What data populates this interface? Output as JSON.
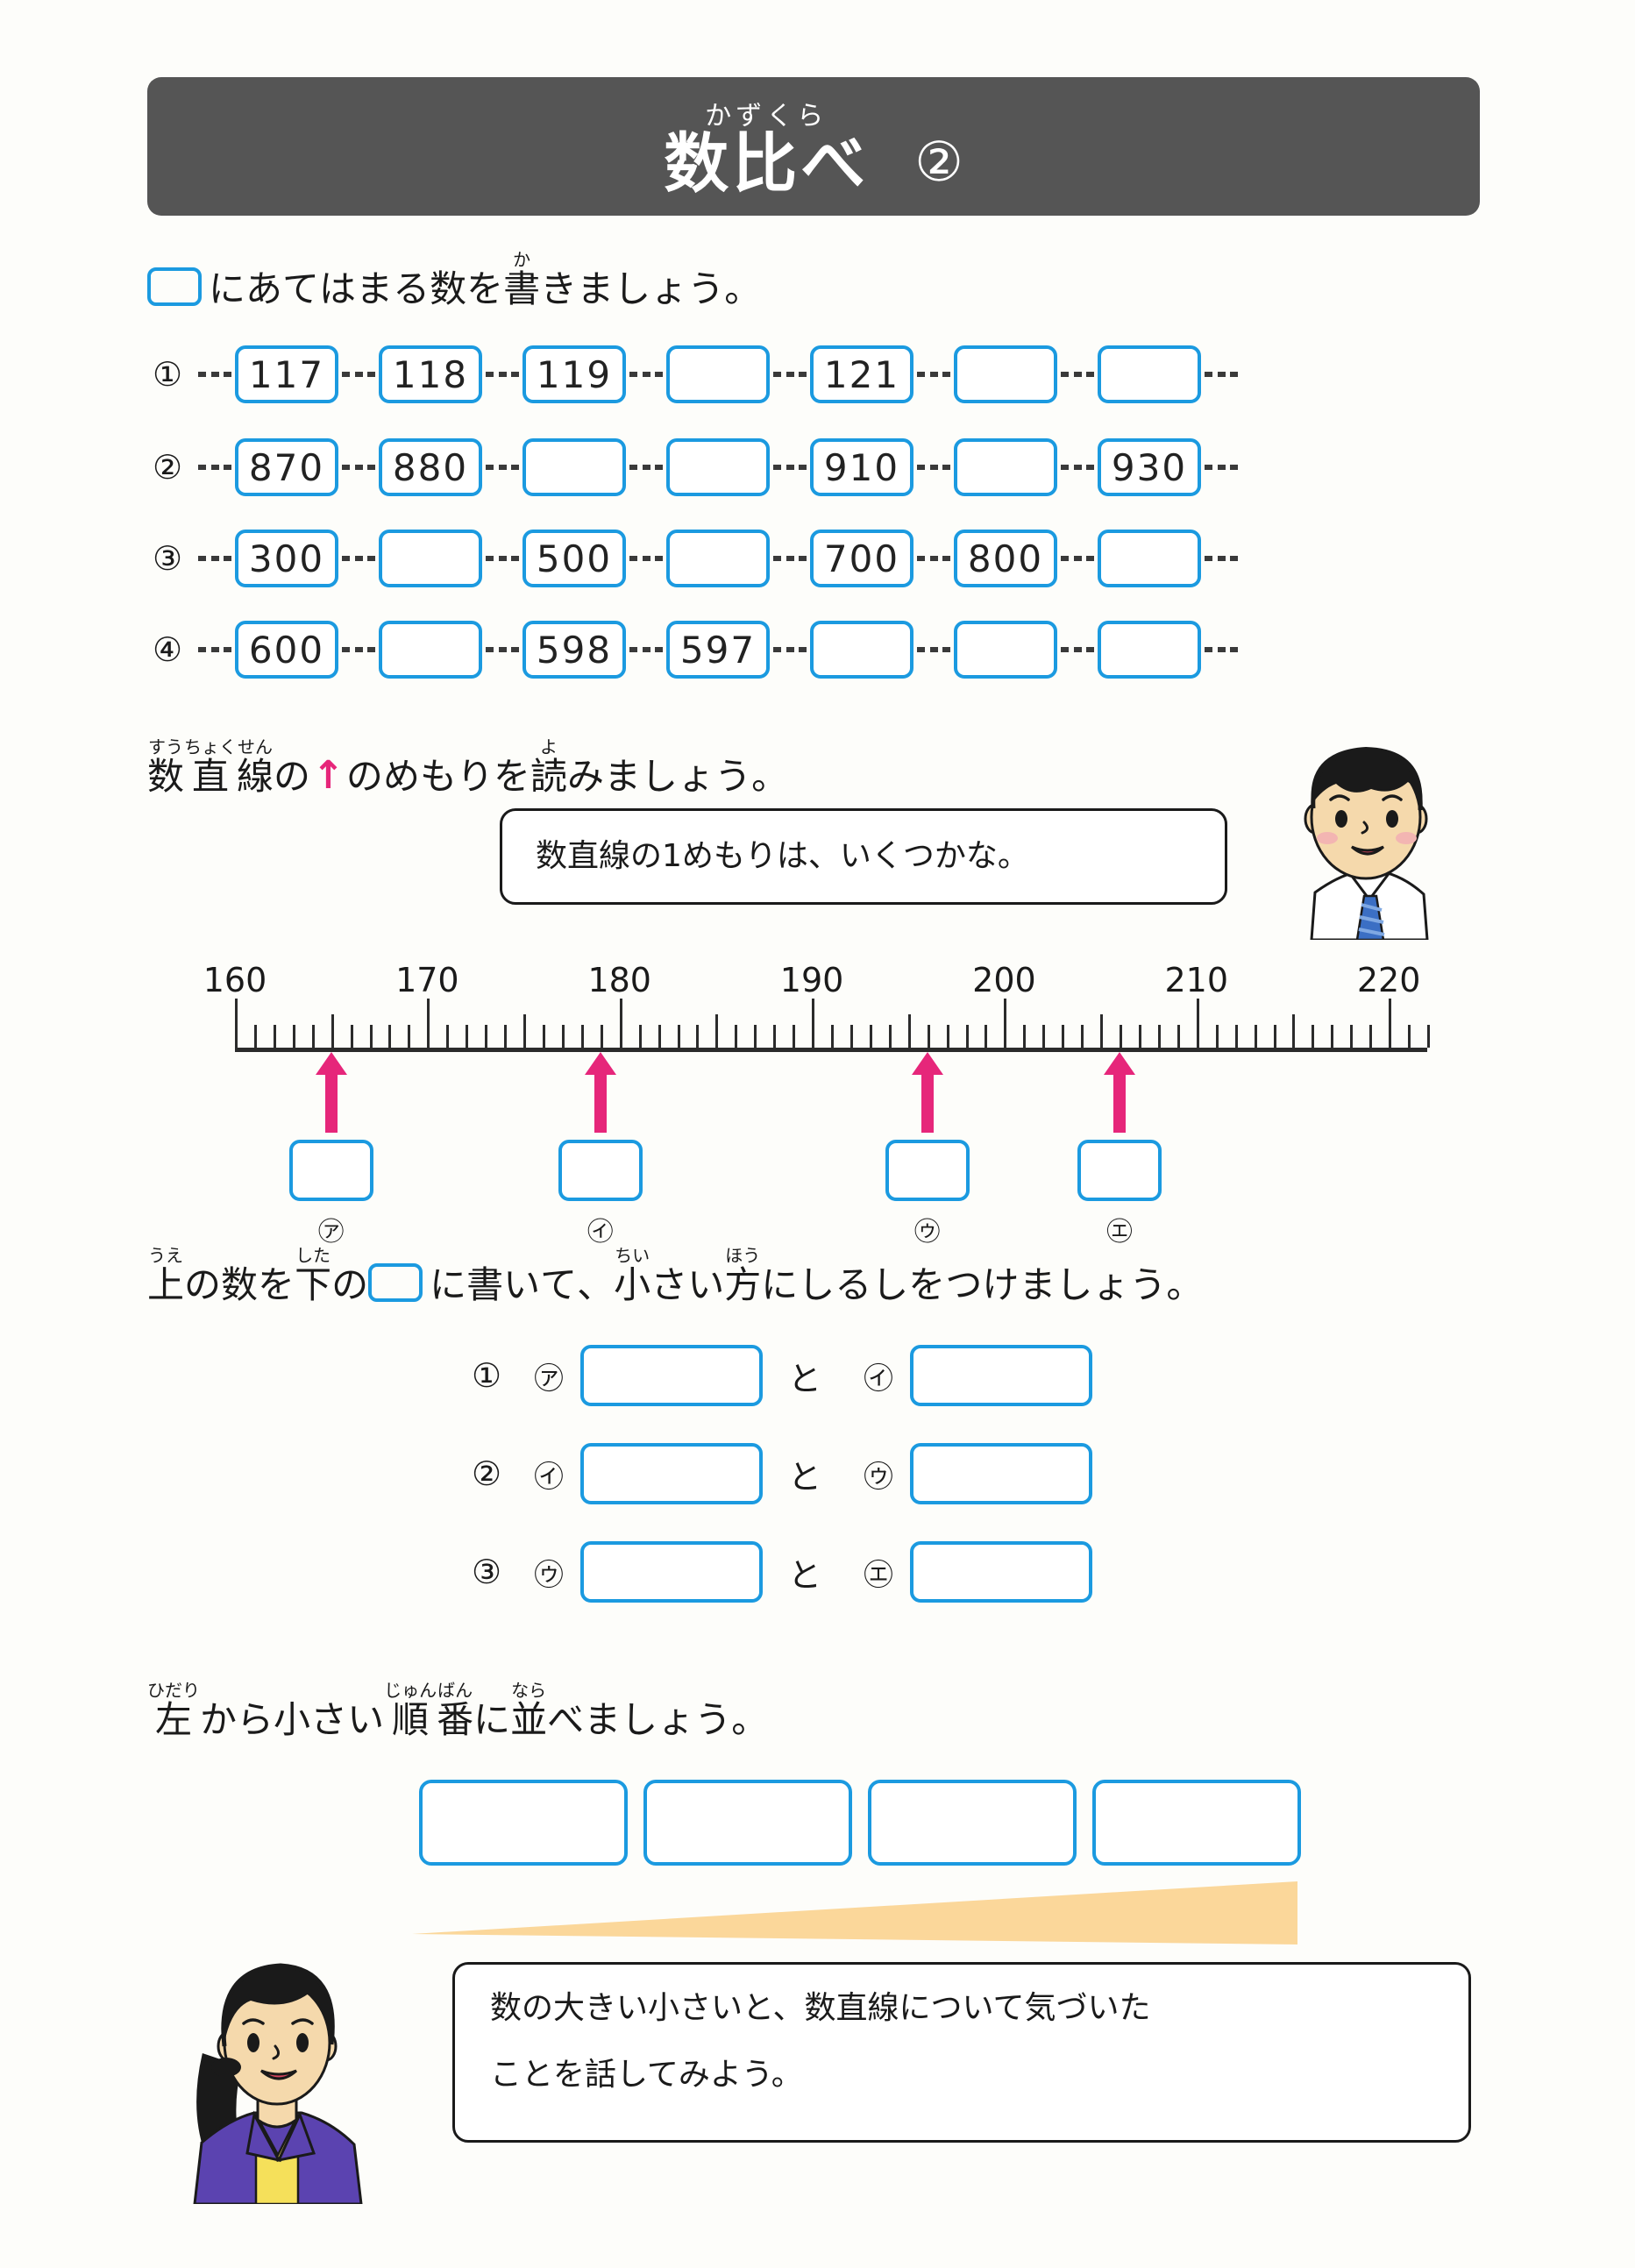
{
  "page": {
    "background_color": "#fdfdfa",
    "accent_blue": "#1b9ae0",
    "accent_pink": "#e6267a",
    "banner_gray": "#555555",
    "wedge_orange": "#fbd79a"
  },
  "header": {
    "ruby": "かずくら",
    "title": "数比べ",
    "number": "②"
  },
  "section1": {
    "instruction": {
      "has_inline_box": true,
      "parts": [
        {
          "base": "に",
          "ruby": ""
        },
        {
          "base": "あ",
          "ruby": ""
        },
        {
          "base": "て",
          "ruby": ""
        },
        {
          "base": "は",
          "ruby": ""
        },
        {
          "base": "ま",
          "ruby": ""
        },
        {
          "base": "る",
          "ruby": ""
        },
        {
          "base": "数",
          "ruby": ""
        },
        {
          "base": "を",
          "ruby": ""
        },
        {
          "base": "書",
          "ruby": "か"
        },
        {
          "base": "き",
          "ruby": ""
        },
        {
          "base": "ま",
          "ruby": ""
        },
        {
          "base": "し",
          "ruby": ""
        },
        {
          "base": "ょ",
          "ruby": ""
        },
        {
          "base": "う",
          "ruby": ""
        },
        {
          "base": "。",
          "ruby": ""
        }
      ],
      "plain_text": "□にあてはまる数を書きましょう。"
    },
    "rows": [
      {
        "index": "①",
        "values": [
          "117",
          "118",
          "119",
          "",
          "121",
          "",
          ""
        ]
      },
      {
        "index": "②",
        "values": [
          "870",
          "880",
          "",
          "",
          "910",
          "",
          "930"
        ]
      },
      {
        "index": "③",
        "values": [
          "300",
          "",
          "500",
          "",
          "700",
          "800",
          ""
        ]
      },
      {
        "index": "④",
        "values": [
          "600",
          "",
          "598",
          "597",
          "",
          "",
          ""
        ]
      }
    ]
  },
  "section2": {
    "instruction": {
      "parts": [
        {
          "base": "数",
          "ruby": "すう"
        },
        {
          "base": "直",
          "ruby": "ちょく"
        },
        {
          "base": "線",
          "ruby": "せん"
        },
        {
          "base": "の",
          "ruby": ""
        },
        {
          "base": "↑",
          "ruby": ""
        },
        {
          "base": "の",
          "ruby": ""
        },
        {
          "base": "め",
          "ruby": ""
        },
        {
          "base": "も",
          "ruby": ""
        },
        {
          "base": "り",
          "ruby": ""
        },
        {
          "base": "を",
          "ruby": ""
        },
        {
          "base": "読",
          "ruby": "よ"
        },
        {
          "base": "み",
          "ruby": ""
        },
        {
          "base": "ま",
          "ruby": ""
        },
        {
          "base": "し",
          "ruby": ""
        },
        {
          "base": "ょ",
          "ruby": ""
        },
        {
          "base": "う",
          "ruby": ""
        },
        {
          "base": "。",
          "ruby": ""
        }
      ],
      "plain_text": "数直線の↑のめもりを読みましょう。"
    },
    "boy_bubble": "数直線の1めもりは、いくつかな。",
    "boy_character": "boy-student-illustration",
    "number_line": {
      "tick_labels": [
        "160",
        "170",
        "180",
        "190",
        "200",
        "210",
        "220"
      ],
      "min": 160,
      "max": 222,
      "minor_step": 1,
      "mid_step": 5,
      "major_step": 10,
      "arrows": [
        {
          "label": "㋐",
          "letter": "ア",
          "value": 165,
          "answer": ""
        },
        {
          "label": "㋑",
          "letter": "イ",
          "value": 179,
          "answer": ""
        },
        {
          "label": "㋒",
          "letter": "ウ",
          "value": 196,
          "answer": ""
        },
        {
          "label": "㋓",
          "letter": "エ",
          "value": 206,
          "answer": ""
        }
      ]
    }
  },
  "section3": {
    "instruction": {
      "parts_before": [
        {
          "base": "上",
          "ruby": "うえ"
        },
        {
          "base": "の",
          "ruby": ""
        },
        {
          "base": "数",
          "ruby": ""
        },
        {
          "base": "を",
          "ruby": ""
        },
        {
          "base": "下",
          "ruby": "した"
        },
        {
          "base": "の",
          "ruby": ""
        }
      ],
      "parts_after": [
        {
          "base": "に",
          "ruby": ""
        },
        {
          "base": "書",
          "ruby": ""
        },
        {
          "base": "い",
          "ruby": ""
        },
        {
          "base": "て",
          "ruby": ""
        },
        {
          "base": "、",
          "ruby": ""
        },
        {
          "base": "小",
          "ruby": "ちい"
        },
        {
          "base": "さ",
          "ruby": ""
        },
        {
          "base": "い",
          "ruby": ""
        },
        {
          "base": "方",
          "ruby": "ほう"
        },
        {
          "base": "に",
          "ruby": ""
        },
        {
          "base": "し",
          "ruby": ""
        },
        {
          "base": "る",
          "ruby": ""
        },
        {
          "base": "し",
          "ruby": ""
        },
        {
          "base": "を",
          "ruby": ""
        },
        {
          "base": "つ",
          "ruby": ""
        },
        {
          "base": "け",
          "ruby": ""
        },
        {
          "base": "ま",
          "ruby": ""
        },
        {
          "base": "し",
          "ruby": ""
        },
        {
          "base": "ょ",
          "ruby": ""
        },
        {
          "base": "う",
          "ruby": ""
        },
        {
          "base": "。",
          "ruby": ""
        }
      ],
      "plain_text": "上の数を下の□に書いて、小さい方にしるしをつけましょう。"
    },
    "comparisons": [
      {
        "index": "①",
        "left_mark": "㋐",
        "left_value": "",
        "joiner": "と",
        "right_mark": "㋑",
        "right_value": ""
      },
      {
        "index": "②",
        "left_mark": "㋑",
        "left_value": "",
        "joiner": "と",
        "right_mark": "㋒",
        "right_value": ""
      },
      {
        "index": "③",
        "left_mark": "㋒",
        "left_value": "",
        "joiner": "と",
        "right_mark": "㋓",
        "right_value": ""
      }
    ]
  },
  "section4": {
    "instruction": {
      "parts": [
        {
          "base": "左",
          "ruby": "ひだり"
        },
        {
          "base": "か",
          "ruby": ""
        },
        {
          "base": "ら",
          "ruby": ""
        },
        {
          "base": "小",
          "ruby": ""
        },
        {
          "base": "さ",
          "ruby": ""
        },
        {
          "base": "い",
          "ruby": ""
        },
        {
          "base": "順",
          "ruby": "じゅん"
        },
        {
          "base": "番",
          "ruby": "ばん"
        },
        {
          "base": "に",
          "ruby": ""
        },
        {
          "base": "並",
          "ruby": "なら"
        },
        {
          "base": "べ",
          "ruby": ""
        },
        {
          "base": "ま",
          "ruby": ""
        },
        {
          "base": "し",
          "ruby": ""
        },
        {
          "base": "ょ",
          "ruby": ""
        },
        {
          "base": "う",
          "ruby": ""
        },
        {
          "base": "。",
          "ruby": ""
        }
      ],
      "plain_text": "左から小さい順番に並べましょう。"
    },
    "order_boxes": [
      "",
      "",
      "",
      ""
    ],
    "wedge": "increasing-size-wedge",
    "teacher_bubble_line1": "数の大きい小さいと、数直線について気づいた",
    "teacher_bubble_line2": "ことを話してみよう。",
    "teacher_character": "female-teacher-illustration"
  }
}
